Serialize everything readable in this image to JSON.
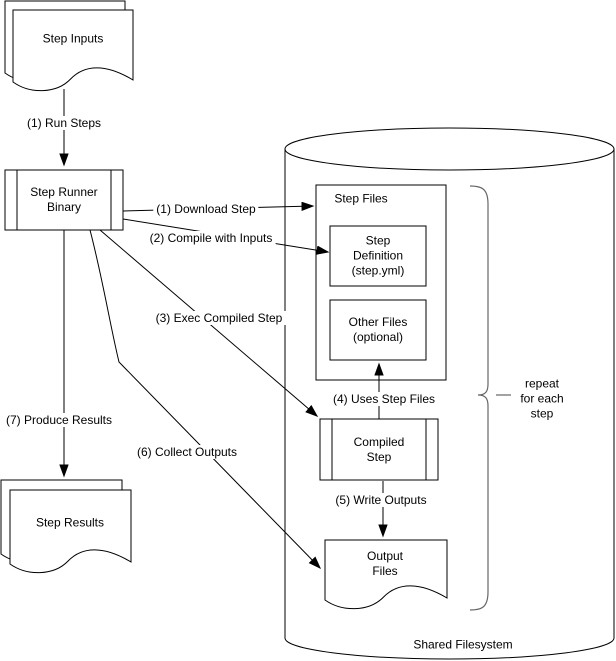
{
  "diagram": {
    "colors": {
      "background": "#ffffff",
      "shape_stroke": "#000000",
      "shape_fill": "#ffffff",
      "brace_stroke": "#666666",
      "text": "#000000"
    },
    "nodes": {
      "step_inputs": {
        "label": "Step Inputs",
        "shape": "multi-document"
      },
      "step_runner": {
        "label": "Step Runner Binary",
        "shape": "predefined-process"
      },
      "shared_filesystem": {
        "label": "Shared Filesystem",
        "shape": "cylinder"
      },
      "step_files": {
        "label": "Step Files",
        "shape": "container"
      },
      "step_definition": {
        "label": "Step Definition (step.yml)",
        "shape": "rectangle"
      },
      "other_files": {
        "label": "Other Files (optional)",
        "shape": "rectangle"
      },
      "compiled_step": {
        "label": "Compiled Step",
        "shape": "predefined-process"
      },
      "output_files": {
        "label": "Output Files",
        "shape": "document"
      },
      "step_results": {
        "label": "Step Results",
        "shape": "multi-document"
      },
      "repeat_note": {
        "label": "repeat for each step",
        "shape": "brace-annotation"
      }
    },
    "edges": {
      "run_steps": {
        "label": "(1) Run Steps",
        "from": "step_inputs",
        "to": "step_runner"
      },
      "download_step": {
        "label": "(1) Download Step",
        "from": "step_runner",
        "to": "step_files"
      },
      "compile_with_inputs": {
        "label": "(2) Compile with Inputs",
        "from": "step_runner",
        "to": "step_definition"
      },
      "exec_compiled_step": {
        "label": "(3) Exec Compiled Step",
        "from": "step_runner",
        "to": "compiled_step"
      },
      "uses_step_files": {
        "label": "(4) Uses Step Files",
        "from": "compiled_step",
        "to": "other_files"
      },
      "write_outputs": {
        "label": "(5) Write Outputs",
        "from": "compiled_step",
        "to": "output_files"
      },
      "collect_outputs": {
        "label": "(6) Collect Outputs",
        "from": "step_runner",
        "to": "output_files"
      },
      "produce_results": {
        "label": "(7) Produce Results",
        "from": "step_runner",
        "to": "step_results"
      }
    }
  }
}
